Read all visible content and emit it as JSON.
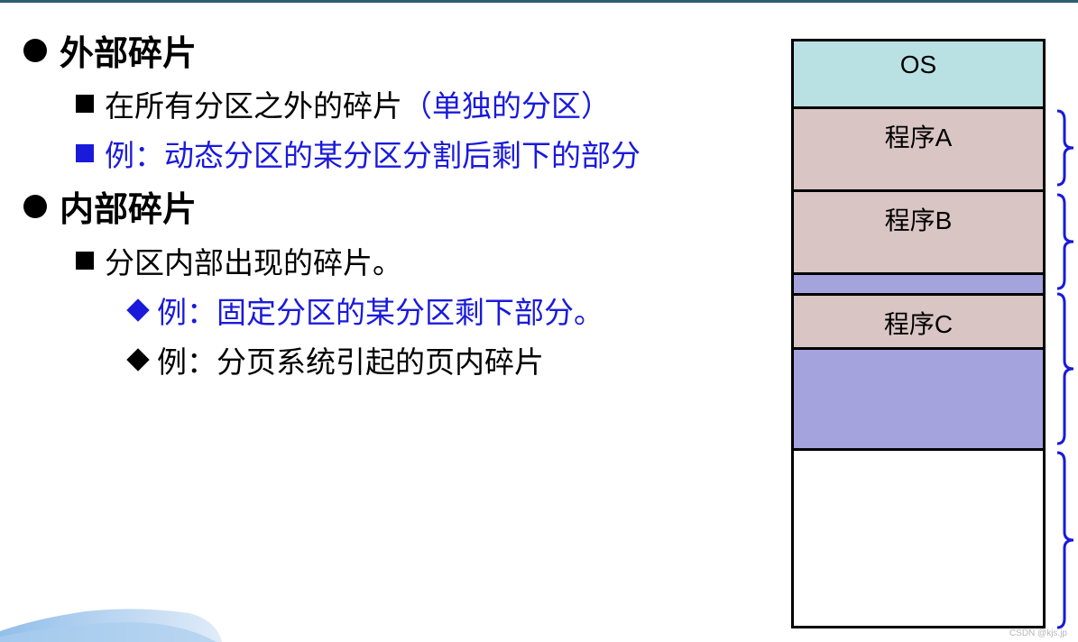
{
  "colors": {
    "top_rule": "#2a5d6f",
    "blue_text": "#1a1adb",
    "os_block": "#b9e1e3",
    "program_block": "#d9c5c4",
    "free_fragment": "#a4a3de",
    "empty_block": "#ffffff",
    "brace": "#1a1adb"
  },
  "slide": {
    "sections": [
      {
        "heading": "外部碎片",
        "items": [
          {
            "text": "在所有分区之外的碎片",
            "note": "（单独的分区）"
          },
          {
            "text": "例：动态分区的某分区分割后剩下的部分"
          }
        ]
      },
      {
        "heading": "内部碎片",
        "items": [
          {
            "text": "分区内部出现的碎片。"
          },
          {
            "text": "例：固定分区的某分区剩下部分。"
          },
          {
            "text": "例：分页系统引起的页内碎片"
          }
        ]
      }
    ]
  },
  "memory": {
    "blocks": [
      {
        "label": "OS",
        "kind": "os"
      },
      {
        "label": "程序A",
        "kind": "program"
      },
      {
        "label": "程序B",
        "kind": "program"
      },
      {
        "label": "",
        "kind": "free"
      },
      {
        "label": "程序C",
        "kind": "program"
      },
      {
        "label": "",
        "kind": "free"
      },
      {
        "label": "",
        "kind": "empty"
      }
    ]
  },
  "watermark": "CSDN @kjs.jp"
}
